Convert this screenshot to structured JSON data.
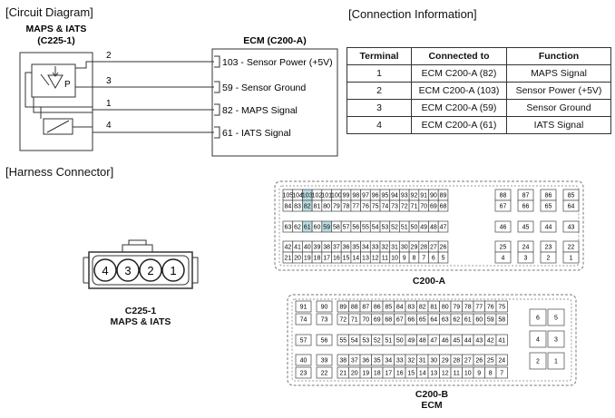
{
  "sections": {
    "circuit": "[Circuit Diagram]",
    "connection": "[Connection Information]",
    "harness": "[Harness Connector]"
  },
  "sensor": {
    "name": "MAPS & IATS",
    "code": "(C225-1)",
    "pins": [
      "2",
      "3",
      "1",
      "4"
    ],
    "sensor_letter": "P"
  },
  "ecm": {
    "title": "ECM (C200-A)",
    "lines": [
      "103 - Sensor Power (+5V)",
      "59 - Sensor Ground",
      "82 - MAPS Signal",
      "61 - IATS Signal"
    ]
  },
  "table": {
    "headers": [
      "Terminal",
      "Connected to",
      "Function"
    ],
    "rows": [
      [
        "1",
        "ECM C200-A (82)",
        "MAPS Signal"
      ],
      [
        "2",
        "ECM C200-A (103)",
        "Sensor Power (+5V)"
      ],
      [
        "3",
        "ECM C200-A (59)",
        "Sensor Ground"
      ],
      [
        "4",
        "ECM C200-A (61)",
        "IATS Signal"
      ]
    ]
  },
  "c225": {
    "pins": [
      "4",
      "3",
      "2",
      "1"
    ],
    "label1": "C225-1",
    "label2": "MAPS & IATS"
  },
  "c200a": {
    "label": "C200-A",
    "highlight": [
      "103",
      "82",
      "61",
      "59"
    ],
    "main": [
      [
        "105",
        "104",
        "103",
        "102",
        "101",
        "100",
        "99",
        "98",
        "97",
        "96",
        "95",
        "94",
        "93",
        "92",
        "91",
        "90",
        "89"
      ],
      [
        "84",
        "83",
        "82",
        "81",
        "80",
        "79",
        "78",
        "77",
        "76",
        "75",
        "74",
        "73",
        "72",
        "71",
        "70",
        "69",
        "68"
      ],
      [
        "63",
        "62",
        "61",
        "60",
        "59",
        "58",
        "57",
        "56",
        "55",
        "54",
        "53",
        "52",
        "51",
        "50",
        "49",
        "48",
        "47"
      ],
      [
        "42",
        "41",
        "40",
        "39",
        "38",
        "37",
        "36",
        "35",
        "34",
        "33",
        "32",
        "31",
        "30",
        "29",
        "28",
        "27",
        "26"
      ],
      [
        "21",
        "20",
        "19",
        "18",
        "17",
        "16",
        "15",
        "14",
        "13",
        "12",
        "11",
        "10",
        "9",
        "8",
        "7",
        "6",
        "5"
      ]
    ],
    "side": [
      [
        "88",
        "87",
        "86",
        "85"
      ],
      [
        "67",
        "66",
        "65",
        "64"
      ],
      [
        "46",
        "45",
        "44",
        "43"
      ],
      [
        "25",
        "24",
        "23",
        "22"
      ],
      [
        "4",
        "3",
        "2",
        "1"
      ]
    ]
  },
  "c200b": {
    "label1": "C200-B",
    "label2": "ECM",
    "left": [
      [
        "91",
        "90"
      ],
      [
        "74",
        "73"
      ],
      [
        "57",
        "56"
      ],
      [
        "40",
        "39"
      ],
      [
        "23",
        "22"
      ]
    ],
    "main": [
      [
        "89",
        "88",
        "87",
        "86",
        "85",
        "84",
        "83",
        "82",
        "81",
        "80",
        "79",
        "78",
        "77",
        "76",
        "75"
      ],
      [
        "72",
        "71",
        "70",
        "69",
        "68",
        "67",
        "66",
        "65",
        "64",
        "63",
        "62",
        "61",
        "60",
        "59",
        "58"
      ],
      [
        "55",
        "54",
        "53",
        "52",
        "51",
        "50",
        "49",
        "48",
        "47",
        "46",
        "45",
        "44",
        "43",
        "42",
        "41"
      ],
      [
        "38",
        "37",
        "36",
        "35",
        "34",
        "33",
        "32",
        "31",
        "30",
        "29",
        "28",
        "27",
        "26",
        "25",
        "24"
      ],
      [
        "21",
        "20",
        "19",
        "18",
        "17",
        "16",
        "15",
        "14",
        "13",
        "12",
        "11",
        "10",
        "9",
        "8",
        "7"
      ]
    ],
    "right": [
      [
        "6",
        "5"
      ],
      [
        "4",
        "3"
      ],
      [
        "2",
        "1"
      ]
    ]
  }
}
